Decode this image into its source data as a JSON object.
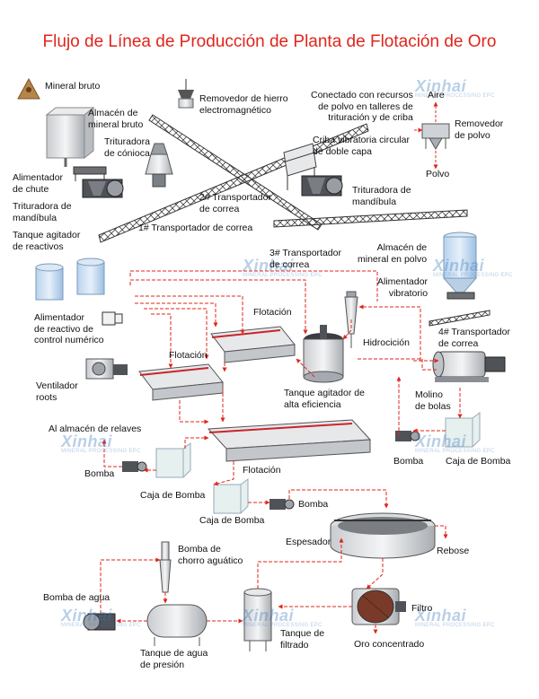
{
  "title": "Flujo de Línea de Producción de Planta de Flotación de Oro",
  "brand": {
    "name": "Xinhai",
    "tagline": "MINERAL PROCESSING EPC"
  },
  "colors": {
    "title": "#e0251b",
    "flow_line": "#e0251b",
    "watermark": "#3a78b8"
  },
  "labels": {
    "mineral_bruto": "Mineral bruto",
    "removedor_hierro": "Removedor de hierro\nelectromagnético",
    "almacen_mineral_bruto": "Almacén de\nmineral bruto",
    "trituradora_conica": "Trituradora\nde cónioca",
    "alimentador_chute": "Alimentador\nde chute",
    "trituradora_mandibula_1": "Trituradora de\nmandíbula",
    "transportador_2": "2# Transportador\nde correa",
    "transportador_1": "1# Transportador de correa",
    "conectado_recursos": "Conectado con recursos\nde polvo en talleres de\ntrituración y de criba",
    "aire": "Aire",
    "removedor_polvo": "Removedor\nde polvo",
    "criba_vibratoria": "Criba vibratoria circular\nde doble capa",
    "polvo": "Polvo",
    "trituradora_mandibula_2": "Trituradora de\nmandíbula",
    "transportador_3": "3# Transportador\nde correa",
    "tanque_agitador_reactivos": "Tanque agitador\nde reactivos",
    "almacen_polvo": "Almacén de\nmineral en polvo",
    "alimentador_vibratorio": "Alimentador\nvibratorio",
    "alimentador_reactivo": "Alimentador\nde reactivo de\ncontrol numérico",
    "flotacion_1": "Flotación",
    "flotacion_2": "Flotación",
    "hidrociclon": "Hidrocición",
    "transportador_4": "4# Transportador\nde correa",
    "ventilador_roots": "Ventilador\nroots",
    "tanque_agitador_alta": "Tanque agitador de\nalta eficiencia",
    "molino_bolas": "Molino\nde bolas",
    "almacen_relaves": "Al almacén de relaves",
    "bomba_1": "Bomba",
    "caja_bomba_1": "Caja de Bomba",
    "flotacion_3": "Flotación",
    "bomba_2": "Bomba",
    "caja_bomba_2": "Caja de Bomba",
    "caja_bomba_3": "Caja de Bomba",
    "bomba_3": "Bomba",
    "espesador": "Espesador",
    "rebose": "Rebose",
    "bomba_chorro": "Bomba de\nchorro aguático",
    "bomba_agua": "Bomba de agua",
    "filtro": "Filtro",
    "tanque_agua_presion": "Tanque de agua\nde presión",
    "tanque_filtrado": "Tanque de\nfiltrado",
    "oro_concentrado": "Oro concentrado"
  }
}
